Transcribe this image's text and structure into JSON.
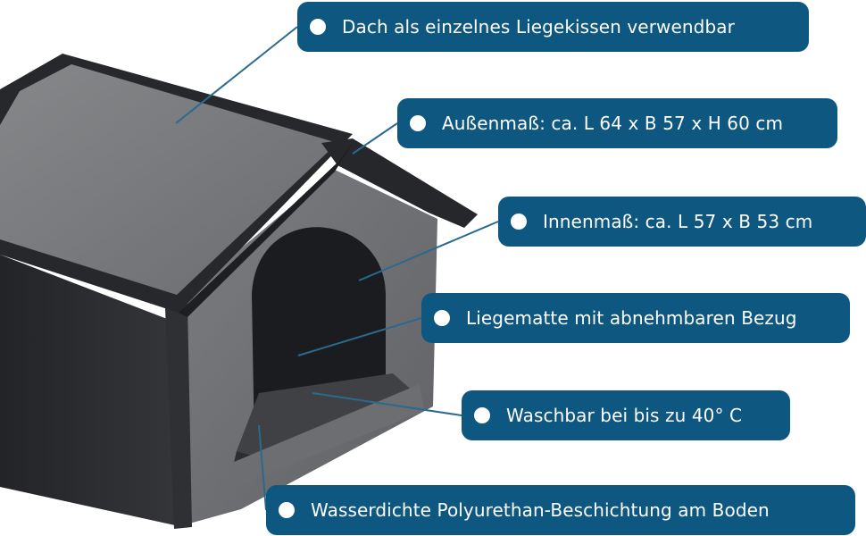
{
  "theme": {
    "accent": "#0e5781",
    "line": "#2a6a8f",
    "house_dark": "#2b2d31",
    "house_grey": "#6f7175",
    "roof_grey": "#7a7c7f"
  },
  "callouts": [
    {
      "text": "Dach als einzelnes Liegekissen verwendbar"
    },
    {
      "text": "Außenmaß: ca. L 64 x B 57 x H 60 cm"
    },
    {
      "text": "Innenmaß: ca. L 57 x B 53 cm"
    },
    {
      "text": "Liegematte mit abnehmbaren Bezug"
    },
    {
      "text": "Waschbar bei bis zu 40° C"
    },
    {
      "text": "Wasserdichte Polyurethan-Beschichtung am Boden"
    }
  ]
}
